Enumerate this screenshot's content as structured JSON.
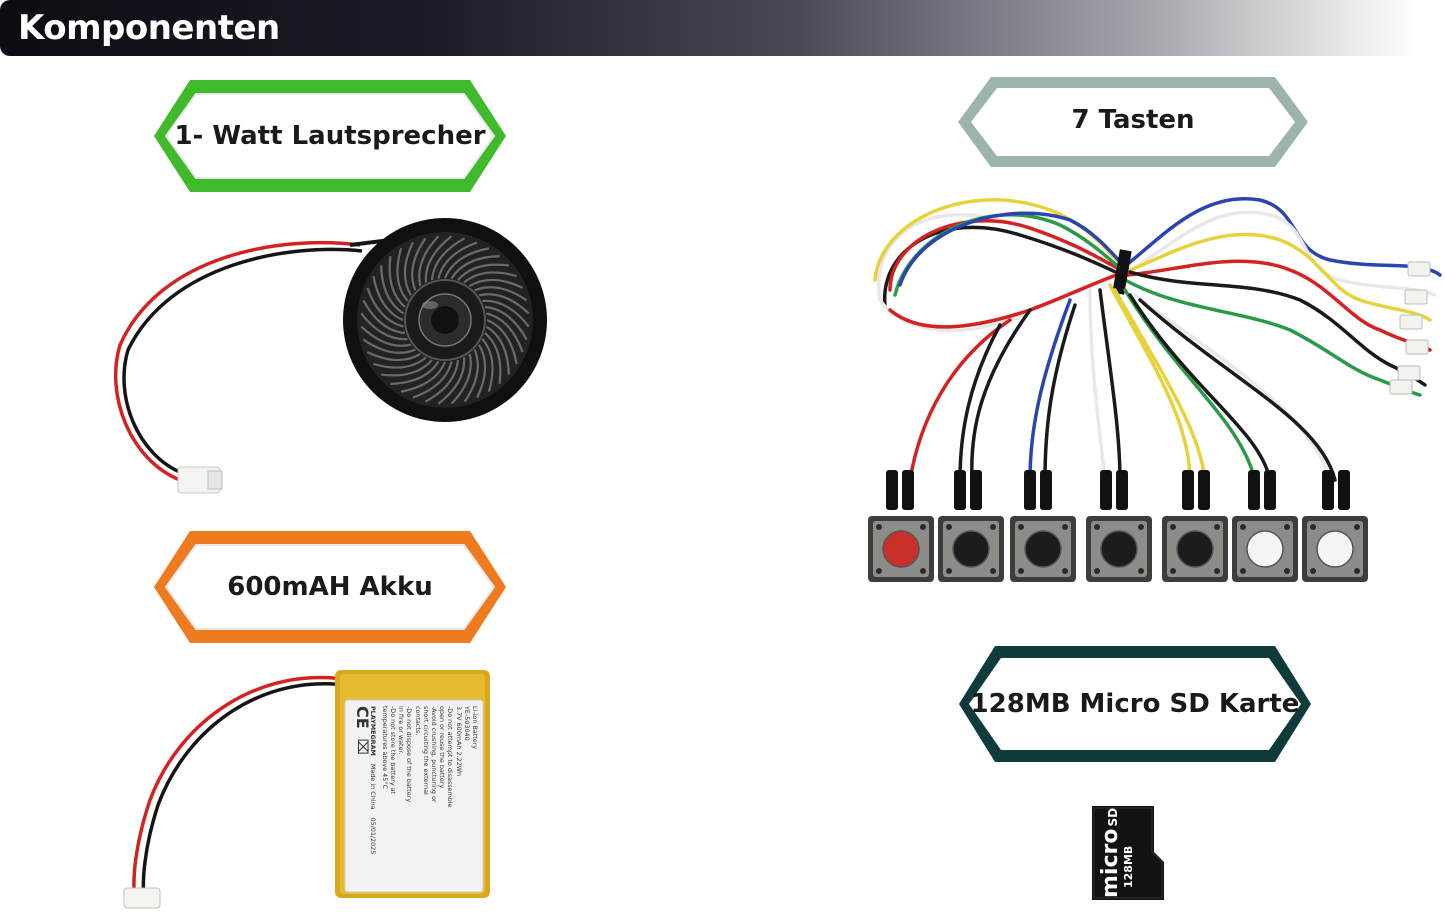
{
  "header": {
    "title": "Komponenten"
  },
  "components": {
    "speaker": {
      "label": "1- Watt Lautsprecher",
      "color": "#3fba2a"
    },
    "battery": {
      "label": "600mAH Akku",
      "color": "#f07a1e"
    },
    "buttons": {
      "label": "7 Tasten",
      "color": "#9db3ae"
    },
    "sdcard": {
      "label": "128MB Micro SD Karte",
      "color": "#0f3b3c"
    }
  },
  "battery_print": {
    "lines": [
      "Li-ion Battery",
      "YE-503040",
      "3.7V 600mAh 2.22Wh",
      "-Do not attempt to disassemble",
      "open or reuse the battery",
      "-Avoid crushing, puncturing or",
      "short circuiting the external",
      "contacts.",
      "-Do not dispose of the battery",
      "in fire or water.",
      "-Do not store the battery at",
      "temperatures above 45°C"
    ],
    "brand": "PLAYMEGRAM",
    "origin": "Made in China",
    "date": "05/01/2025",
    "ce": "CE"
  },
  "sd_print": {
    "brand": "micro",
    "sub": "SD",
    "capacity": "128MB"
  }
}
